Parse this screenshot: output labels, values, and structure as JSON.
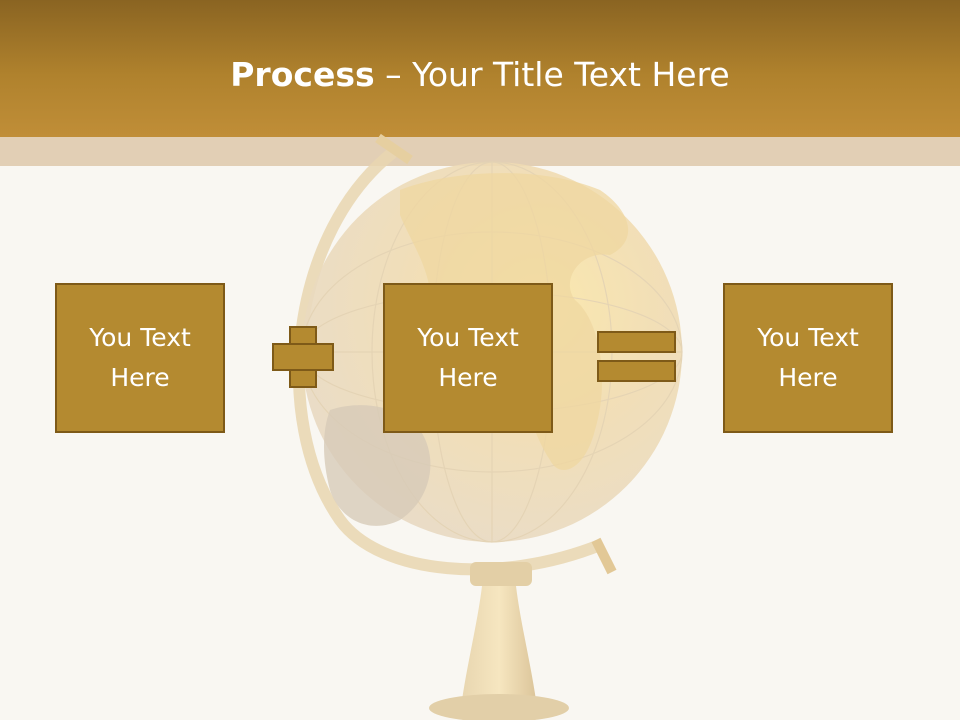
{
  "slide": {
    "title_bold": "Process",
    "title_rest": " – Your Title Text Here",
    "boxes": [
      {
        "line1": "You Text",
        "line2": "Here"
      },
      {
        "line1": "You Text",
        "line2": "Here"
      },
      {
        "line1": "You Text",
        "line2": "Here"
      }
    ]
  },
  "colors": {
    "header": "#b0822d",
    "box_fill": "#b48a30",
    "box_border": "#7e5a18",
    "background": "#f9f7f2"
  }
}
